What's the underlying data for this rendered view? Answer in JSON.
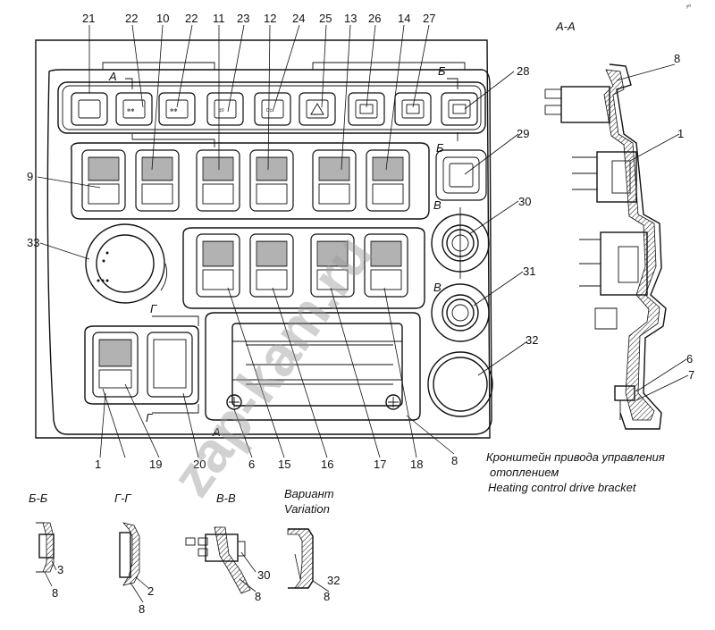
{
  "callouts": {
    "top": [
      "21",
      "22",
      "10",
      "22",
      "11",
      "23",
      "12",
      "24",
      "25",
      "13",
      "26",
      "14",
      "27"
    ],
    "right": [
      "28",
      "29",
      "30",
      "31",
      "32"
    ],
    "left": [
      "9",
      "33"
    ],
    "bottom": [
      "1",
      "19",
      "20",
      "6",
      "15",
      "16",
      "17",
      "18",
      "8"
    ],
    "aa_view": [
      "8",
      "1",
      "6",
      "7"
    ]
  },
  "section_marks": {
    "a": "А",
    "b": "Б",
    "v": "В",
    "g": "Г"
  },
  "section_views": {
    "aa_title": "А-А",
    "bb": {
      "title": "Б-Б",
      "labels": [
        "3",
        "8"
      ]
    },
    "gg": {
      "title": "Г-Г",
      "labels": [
        "2",
        "8"
      ]
    },
    "vv": {
      "title": "В-В",
      "labels": [
        "30",
        "8"
      ]
    },
    "variation": {
      "title_ru": "Вариант",
      "title_en": "Variation",
      "labels": [
        "32",
        "8"
      ]
    }
  },
  "caption": {
    "ru_line1": "Кронштейн привода управления",
    "ru_line2": "отоплением",
    "en": "Heating control drive bracket"
  },
  "watermark": "zap-kam.ru",
  "corner_mark": "ʸ⁰"
}
